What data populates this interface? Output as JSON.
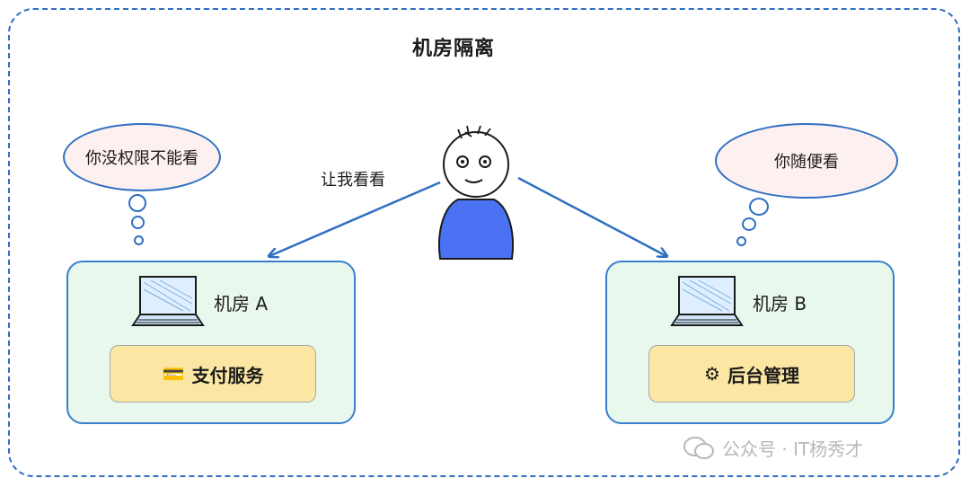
{
  "title": "机房隔离",
  "left_thought": "你没权限不能看",
  "right_thought": "你随便看",
  "user_request": "让我看看",
  "room_a": {
    "label": "机房 A",
    "service_icon": "card-icon",
    "service": "支付服务"
  },
  "room_b": {
    "label": "机房 B",
    "service_icon": "gear-icon",
    "service": "后台管理"
  },
  "watermark": "公众号 · IT杨秀才",
  "colors": {
    "border": "#2f6fc1",
    "room_bg": "#e8f8ec",
    "service_bg": "#fbe6a3",
    "bubble_bg": "#fdf0f0",
    "person": "#4a72f2"
  }
}
